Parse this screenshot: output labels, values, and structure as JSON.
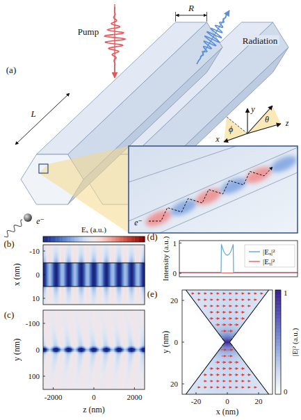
{
  "diagram": {
    "labels": [
      "Pump",
      "R",
      "Radiation",
      "(a)",
      "L",
      "y",
      "ϕ",
      "x",
      "θ",
      "z",
      "e⁻",
      "e⁻",
      "Eₓ (a.u.)",
      "(b)",
      "-10",
      "0",
      "10",
      "x (nm)",
      "(c)",
      "-100",
      "0",
      "100",
      "y (nm)",
      "-2000",
      "0",
      "2000",
      "z (nm)",
      "(d)",
      "Intensity (a.u.)",
      "1",
      "0",
      "(e)",
      "20",
      "0",
      "20",
      "y (nm)",
      "-20",
      "0",
      "20",
      "x (nm)",
      "1",
      "0",
      "|E|² (a.u.)"
    ],
    "legend": [
      {
        "text": "|Eₓ|²"
      },
      {
        "text": "|Eᵧ|²"
      }
    ]
  }
}
